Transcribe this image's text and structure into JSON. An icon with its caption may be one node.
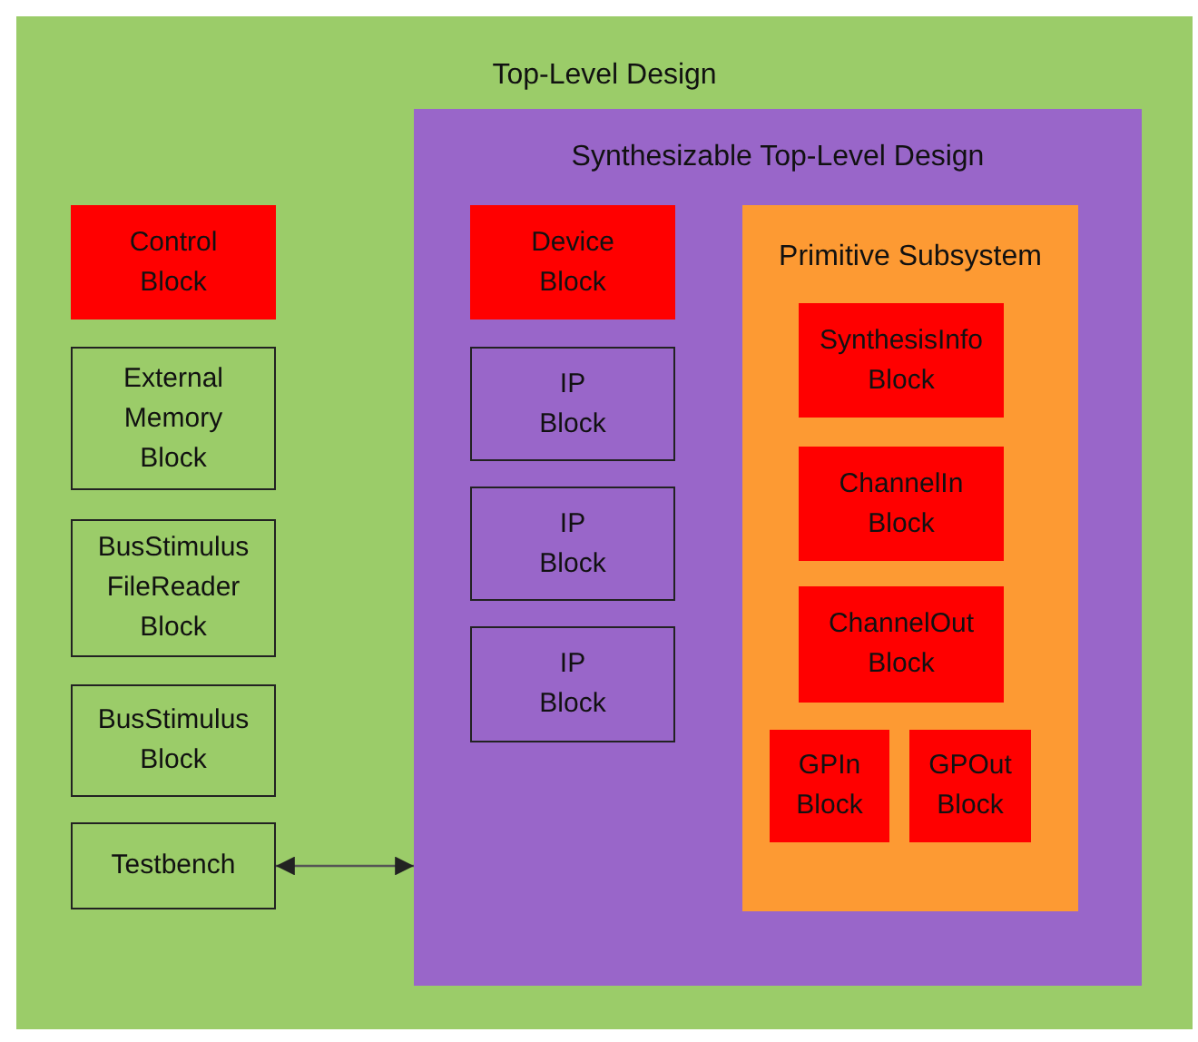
{
  "diagram": {
    "nodes": [
      {
        "text": [
          "Top-Level Design"
        ]
      },
      {
        "text": [
          "Control Block"
        ],
        "in": 0
      },
      {
        "text": [
          "External Memory Block"
        ],
        "in": 0
      },
      {
        "text": [
          "BusStimulus FileReader Block"
        ],
        "in": 0
      },
      {
        "text": [
          "BusStimulus Block"
        ],
        "in": 0
      },
      {
        "text": [
          "Testbench"
        ],
        "in": 0
      },
      {
        "text": [
          "Synthesizable Top-Level Design"
        ],
        "in": 0
      },
      {
        "text": [
          "Device Block"
        ],
        "in": 6
      },
      {
        "text": [
          "IP Block"
        ],
        "in": 6
      },
      {
        "text": [
          "IP Block"
        ],
        "in": 6
      },
      {
        "text": [
          "IP Block"
        ],
        "in": 6
      },
      {
        "text": [
          "Primitive Subsystem"
        ],
        "in": 6
      },
      {
        "text": [
          "SynthesisInfo Block"
        ],
        "in": 11
      },
      {
        "text": [
          "ChannelIn Block"
        ],
        "in": 11
      },
      {
        "text": [
          "ChannelOut Block"
        ],
        "in": 11
      },
      {
        "text": [
          "GPIn Block"
        ],
        "in": 11
      },
      {
        "text": [
          "GPOut Block"
        ],
        "in": 11
      }
    ],
    "edges": [
      {
        "from": 5,
        "to": 6,
        "arrow": "both"
      }
    ]
  }
}
